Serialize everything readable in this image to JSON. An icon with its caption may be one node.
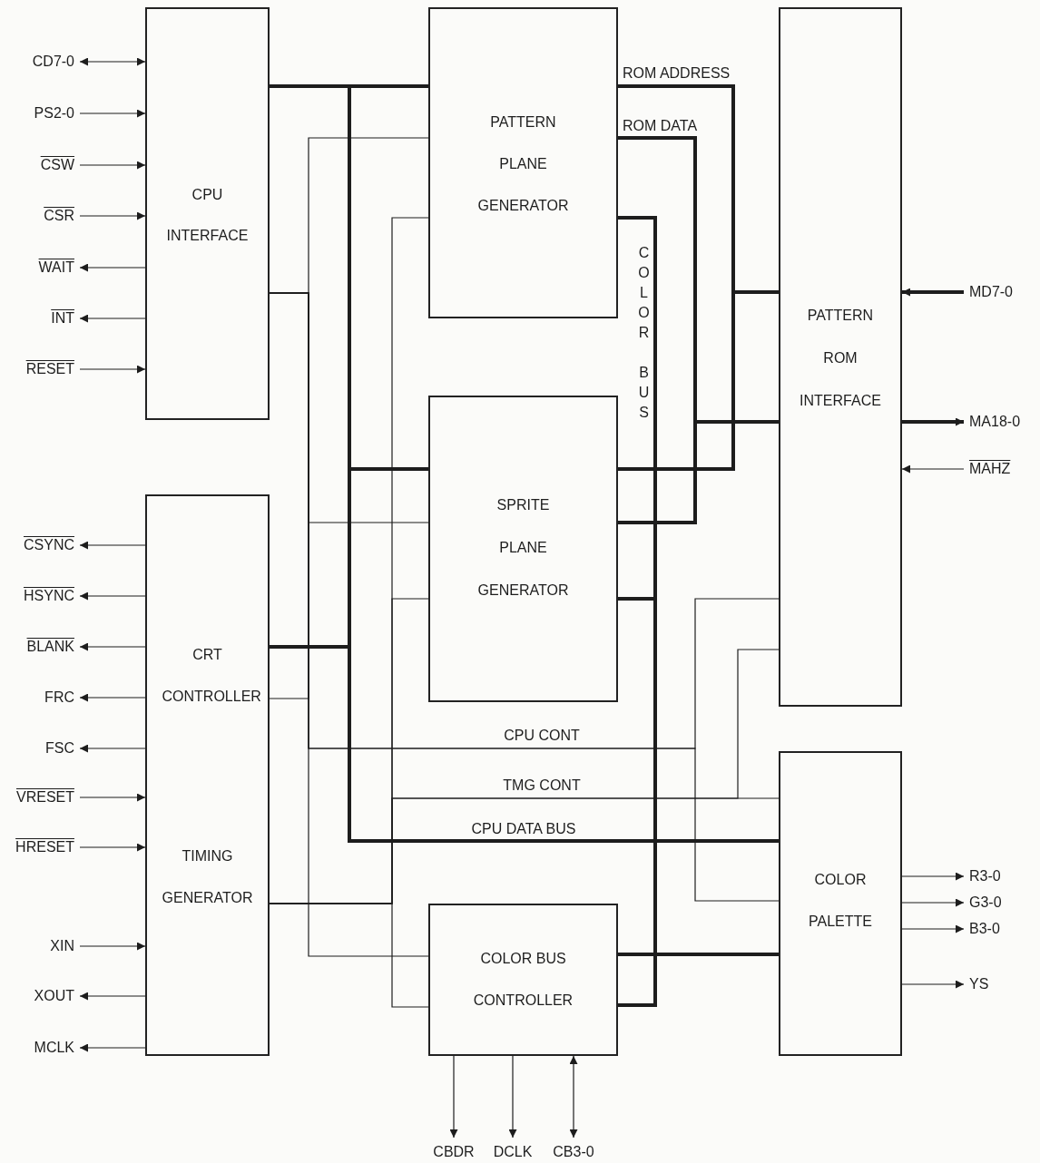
{
  "diagram": {
    "nodes": [
      {
        "text": [
          "CPU INTERFACE"
        ]
      },
      {
        "text": [
          "PATTERN PLANE GENERATOR"
        ]
      },
      {
        "text": [
          "PATTERN ROM INTERFACE"
        ]
      },
      {
        "text": [
          "SPRITE PLANE GENERATOR"
        ]
      },
      {
        "text": [
          "CRT CONTROLLER",
          "TIMING GENERATOR"
        ]
      },
      {
        "text": [
          "COLOR PALETTE"
        ]
      },
      {
        "text": [
          "COLOR BUS CONTROLLER"
        ]
      },
      {
        "text": [
          "CD7-0"
        ]
      },
      {
        "text": [
          "PS2-0"
        ]
      },
      {
        "text": [
          "CSW"
        ]
      },
      {
        "text": [
          "CSR"
        ]
      },
      {
        "text": [
          "WAIT"
        ]
      },
      {
        "text": [
          "INT"
        ]
      },
      {
        "text": [
          "RESET"
        ]
      },
      {
        "text": [
          "MD7-0"
        ]
      },
      {
        "text": [
          "MA18-0"
        ]
      },
      {
        "text": [
          "MAHZ"
        ]
      },
      {
        "text": [
          "CSYNC"
        ]
      },
      {
        "text": [
          "HSYNC"
        ]
      },
      {
        "text": [
          "BLANK"
        ]
      },
      {
        "text": [
          "FRC"
        ]
      },
      {
        "text": [
          "FSC"
        ]
      },
      {
        "text": [
          "VRESET"
        ]
      },
      {
        "text": [
          "HRESET"
        ]
      },
      {
        "text": [
          "XIN"
        ]
      },
      {
        "text": [
          "XOUT"
        ]
      },
      {
        "text": [
          "MCLK"
        ]
      },
      {
        "text": [
          "R3-0"
        ]
      },
      {
        "text": [
          "G3-0"
        ]
      },
      {
        "text": [
          "B3-0"
        ]
      },
      {
        "text": [
          "YS"
        ]
      },
      {
        "text": [
          "CBDR"
        ]
      },
      {
        "text": [
          "DCLK"
        ]
      },
      {
        "text": [
          "CB3-0"
        ]
      }
    ],
    "edges": [
      {
        "from": 7,
        "to": 0,
        "arrow": "both"
      },
      {
        "from": 8,
        "to": 0,
        "arrow": "to"
      },
      {
        "from": 9,
        "to": 0,
        "arrow": "to"
      },
      {
        "from": 10,
        "to": 0,
        "arrow": "to"
      },
      {
        "from": 0,
        "to": 11,
        "arrow": "to"
      },
      {
        "from": 0,
        "to": 12,
        "arrow": "to"
      },
      {
        "from": 13,
        "to": 0,
        "arrow": "to"
      },
      {
        "from": 14,
        "to": 2,
        "arrow": "to",
        "style": "thick"
      },
      {
        "from": 2,
        "to": 15,
        "arrow": "to",
        "style": "thick"
      },
      {
        "from": 16,
        "to": 2,
        "arrow": "to"
      },
      {
        "from": 4,
        "to": 17,
        "arrow": "to"
      },
      {
        "from": 4,
        "to": 18,
        "arrow": "to"
      },
      {
        "from": 4,
        "to": 19,
        "arrow": "to"
      },
      {
        "from": 4,
        "to": 20,
        "arrow": "to"
      },
      {
        "from": 4,
        "to": 21,
        "arrow": "to"
      },
      {
        "from": 22,
        "to": 4,
        "arrow": "to"
      },
      {
        "from": 23,
        "to": 4,
        "arrow": "to"
      },
      {
        "from": 24,
        "to": 4,
        "arrow": "to"
      },
      {
        "from": 4,
        "to": 25,
        "arrow": "to"
      },
      {
        "from": 4,
        "to": 26,
        "arrow": "to"
      },
      {
        "from": 5,
        "to": 27,
        "arrow": "to"
      },
      {
        "from": 5,
        "to": 28,
        "arrow": "to"
      },
      {
        "from": 5,
        "to": 29,
        "arrow": "to"
      },
      {
        "from": 5,
        "to": 30,
        "arrow": "to"
      },
      {
        "from": 6,
        "to": 31,
        "arrow": "to"
      },
      {
        "from": 6,
        "to": 32,
        "arrow": "to"
      },
      {
        "from": 6,
        "to": 33,
        "arrow": "both"
      },
      {
        "from": 1,
        "to": 2,
        "arrow": "none",
        "style": "thick",
        "label": "ROM ADDRESS"
      },
      {
        "from": 1,
        "to": 2,
        "arrow": "none",
        "style": "thick",
        "label": "ROM DATA"
      },
      {
        "from": 3,
        "to": 2,
        "arrow": "none",
        "style": "thick"
      },
      {
        "from": 3,
        "to": 2,
        "arrow": "none",
        "style": "thick"
      },
      {
        "from": 1,
        "to": 6,
        "arrow": "none",
        "style": "thick",
        "label": "COLOR BUS"
      },
      {
        "from": 3,
        "to": 6,
        "arrow": "none",
        "style": "thick"
      },
      {
        "from": 6,
        "to": 5,
        "arrow": "none",
        "style": "thick"
      },
      {
        "from": 0,
        "to": 1,
        "arrow": "none",
        "style": "thick"
      },
      {
        "from": 0,
        "to": 3,
        "arrow": "none",
        "style": "thick"
      },
      {
        "from": 0,
        "to": 4,
        "arrow": "none",
        "style": "thick"
      },
      {
        "from": 0,
        "to": 5,
        "arrow": "none",
        "style": "thick",
        "label": "CPU DATA BUS"
      },
      {
        "from": 0,
        "to": 1,
        "arrow": "none"
      },
      {
        "from": 0,
        "to": 3,
        "arrow": "none"
      },
      {
        "from": 0,
        "to": 4,
        "arrow": "none"
      },
      {
        "from": 0,
        "to": 2,
        "arrow": "none",
        "label": "CPU CONT"
      },
      {
        "from": 0,
        "to": 5,
        "arrow": "none"
      },
      {
        "from": 0,
        "to": 6,
        "arrow": "none"
      },
      {
        "from": 4,
        "to": 1,
        "arrow": "none"
      },
      {
        "from": 4,
        "to": 3,
        "arrow": "none"
      },
      {
        "from": 4,
        "to": 2,
        "arrow": "none"
      },
      {
        "from": 4,
        "to": 5,
        "arrow": "none",
        "label": "TMG CONT"
      },
      {
        "from": 4,
        "to": 6,
        "arrow": "none"
      }
    ]
  }
}
